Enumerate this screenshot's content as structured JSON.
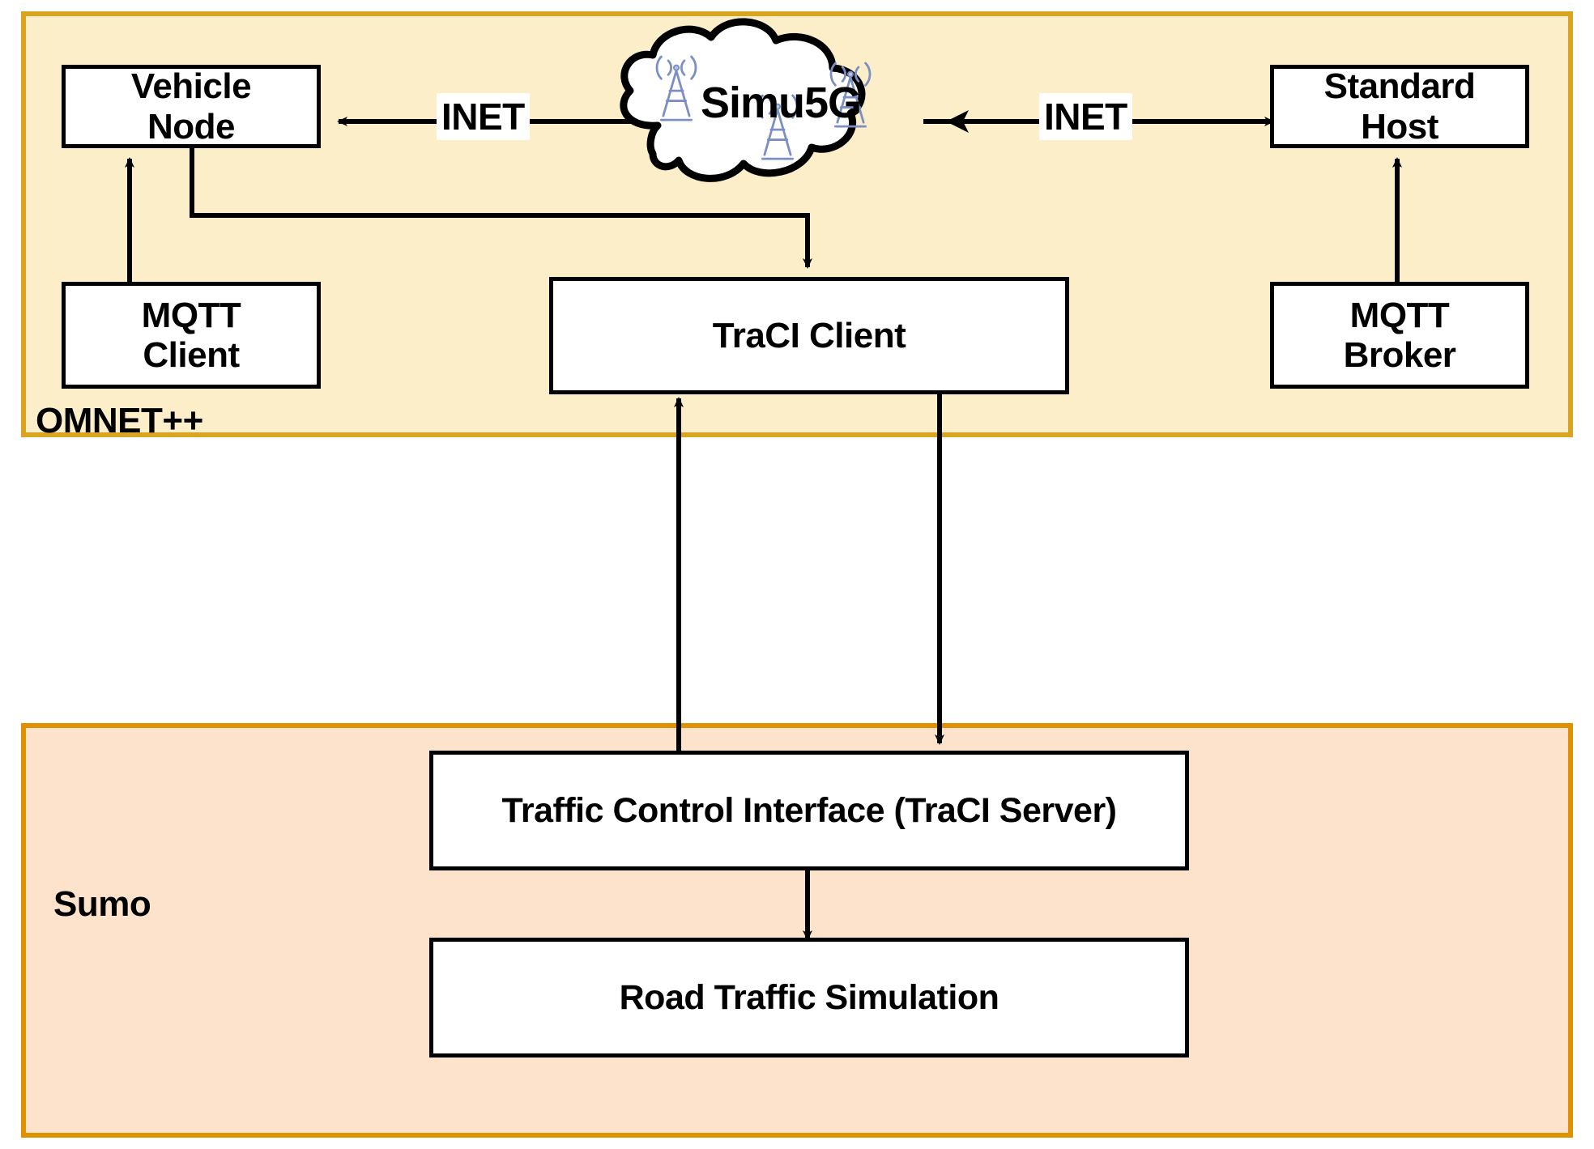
{
  "diagram": {
    "title": "OMNeT++ / Sumo co-simulation architecture",
    "colors": {
      "omnet_fill": "#fceec9",
      "omnet_border": "#d9a520",
      "sumo_fill": "#fde3cb",
      "sumo_border": "#e09100",
      "node_fill": "#ffffff",
      "node_border": "#000000",
      "arrow": "#000000",
      "antenna": "#7b8fc4",
      "cloud_fill": "#ffffff",
      "cloud_border": "#000000"
    },
    "regions": [
      {
        "id": "omnet",
        "label": "OMNET++"
      },
      {
        "id": "sumo",
        "label": "Sumo"
      }
    ],
    "nodes": [
      {
        "id": "vehicle-node",
        "label": "Vehicle\nNode",
        "line1": "Vehicle",
        "line2": "Node"
      },
      {
        "id": "standard-host",
        "label": "Standard\nHost",
        "line1": "Standard",
        "line2": "Host"
      },
      {
        "id": "mqtt-client",
        "label": "MQTT\nClient",
        "line1": "MQTT",
        "line2": "Client"
      },
      {
        "id": "mqtt-broker",
        "label": "MQTT\nBroker",
        "line1": "MQTT",
        "line2": "Broker"
      },
      {
        "id": "traci-client",
        "label": "TraCI Client"
      },
      {
        "id": "traci-server",
        "label": "Traffic Control Interface (TraCI Server)"
      },
      {
        "id": "road-traffic-simulation",
        "label": "Road Traffic Simulation"
      }
    ],
    "cloud": {
      "label": "Simu5G",
      "antenna_count": 3,
      "icon": "antenna-tower-icon"
    },
    "edge_labels": [
      {
        "id": "inet-left",
        "label": "INET"
      },
      {
        "id": "inet-right",
        "label": "INET"
      }
    ],
    "connections": [
      {
        "from": "simu5g-cloud",
        "to": "vehicle-node",
        "label": "INET",
        "arrow": "single"
      },
      {
        "from": "standard-host",
        "to": "simu5g-cloud",
        "label": "INET",
        "arrow": "single-left"
      },
      {
        "from": "mqtt-client",
        "to": "vehicle-node",
        "label": "",
        "arrow": "single-up"
      },
      {
        "from": "mqtt-broker",
        "to": "standard-host",
        "label": "",
        "arrow": "single-up"
      },
      {
        "from": "vehicle-node",
        "to": "traci-client",
        "label": "",
        "arrow": "elbow-down"
      },
      {
        "from": "traci-server",
        "to": "traci-client",
        "label": "",
        "arrow": "single-up"
      },
      {
        "from": "traci-client",
        "to": "traci-server",
        "label": "",
        "arrow": "single-down"
      },
      {
        "from": "traci-server",
        "to": "road-traffic-simulation",
        "label": "",
        "arrow": "double"
      }
    ]
  }
}
